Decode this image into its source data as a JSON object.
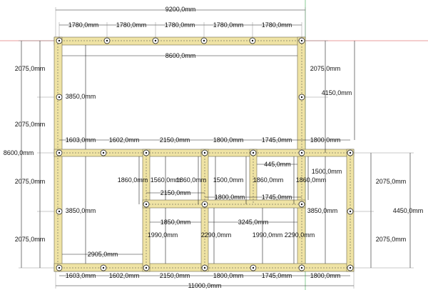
{
  "colors": {
    "background": "#ffffff",
    "beam_fill": "#efe3a4",
    "beam_edge": "#6f6a4e",
    "dimension_line": "#222222",
    "axis_red": "#d23c3c",
    "axis_green": "#3caa50"
  },
  "dimensions": {
    "overall_top": "9200,0mm",
    "top_span_1": "1780,0mm",
    "top_span_2": "1780,0mm",
    "top_span_3": "1780,0mm",
    "top_span_4": "1780,0mm",
    "top_span_5": "1780,0mm",
    "upper_inner_width": "8600,0mm",
    "left_upper_1": "2075,0mm",
    "left_upper_2": "2075,0mm",
    "left_total": "8600,0mm",
    "left_lower_1": "2075,0mm",
    "left_lower_2": "2075,0mm",
    "upper_inner_height": "3850,0mm",
    "lower_inner_height": "3850,0mm",
    "right_upper_1": "2075,0mm",
    "right_upper_total": "4150,0mm",
    "mid_1": "1603,0mm",
    "mid_2": "1602,0mm",
    "mid_3": "2150,0mm",
    "mid_4": "1800,0mm",
    "mid_5": "1745,0mm",
    "mid_6": "1800,0mm",
    "small_span": "445,0mm",
    "v_1860_a": "1860,0mm",
    "v_1560": "1560,0mm",
    "v_1860_b": "1860,0mm",
    "v_1500_a": "1500,0mm",
    "v_1860_c": "1860,0mm",
    "v_1860_d": "1860,0mm",
    "v_1500_b": "1500,0mm",
    "inner_2150": "2150,0mm",
    "inner_1800": "1800,0mm",
    "inner_1745": "1745,0mm",
    "inner_3245": "3245,0mm",
    "inner_1850": "1850,0mm",
    "v_1990_a": "1990,0mm",
    "v_2290_a": "2290,0mm",
    "v_1990_b": "1990,0mm",
    "v_2290_b": "2290,0mm",
    "lower_right_inner": "3850,0mm",
    "right_annex_1": "2075,0mm",
    "right_annex_2": "2075,0mm",
    "right_annex_total": "4450,0mm",
    "bottom_inner_width": "2905,0mm",
    "bot_1": "1603,0mm",
    "bot_2": "1602,0mm",
    "bot_3": "2150,0mm",
    "bot_4": "1800,0mm",
    "bot_5": "1745,0mm",
    "bot_6": "1800,0mm",
    "overall_bottom": "11000,0mm"
  }
}
